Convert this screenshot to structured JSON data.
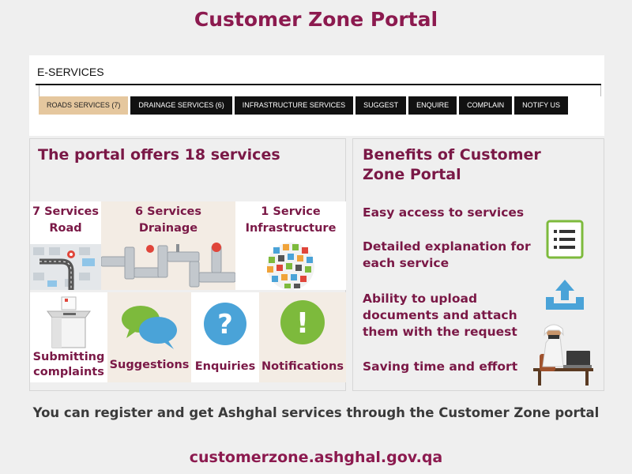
{
  "page_title": "Customer Zone Portal",
  "eservices": {
    "title": "E-SERVICES",
    "tabs": [
      {
        "label": "ROADS SERVICES (7)",
        "active": true
      },
      {
        "label": "DRAINAGE SERVICES (6)",
        "active": false
      },
      {
        "label": "INFRASTRUCTURE SERVICES",
        "active": false
      },
      {
        "label": "SUGGEST",
        "active": false
      },
      {
        "label": "ENQUIRE",
        "active": false
      },
      {
        "label": "COMPLAIN",
        "active": false
      },
      {
        "label": "NOTIFY US",
        "active": false
      }
    ]
  },
  "services_panel": {
    "heading": "The portal offers 18 services",
    "road": {
      "count": "7 Services",
      "name": "Road"
    },
    "drainage": {
      "count": "6 Services",
      "name": "Drainage"
    },
    "infrastructure": {
      "count": "1 Service",
      "name": "Infrastructure"
    },
    "complaints": {
      "line1": "Submitting",
      "line2": "complaints"
    },
    "suggestions": "Suggestions",
    "enquiries": "Enquiries",
    "notifications": "Notifications"
  },
  "benefits_panel": {
    "heading": "Benefits of Customer Zone Portal",
    "items": [
      "Easy access to services",
      "Detailed explanation for each service",
      "Ability to upload documents and attach them with the request",
      "Saving time and effort"
    ]
  },
  "footer": {
    "text": "You can register and get Ashghal services through the Customer Zone portal",
    "url": "customerzone.ashghal.gov.qa"
  },
  "colors": {
    "brand": "#8c1a4f",
    "tab_active": "#e5c79e",
    "tab_default": "#111111",
    "accent_green": "#7dba3c",
    "accent_blue": "#4aa3d8"
  },
  "icons": [
    "road-map-icon",
    "pipes-icon",
    "infrastructure-cluster-icon",
    "ballot-box-icon",
    "speech-bubbles-icon",
    "question-icon",
    "exclamation-icon",
    "list-icon",
    "upload-icon",
    "user-at-laptop-icon"
  ]
}
